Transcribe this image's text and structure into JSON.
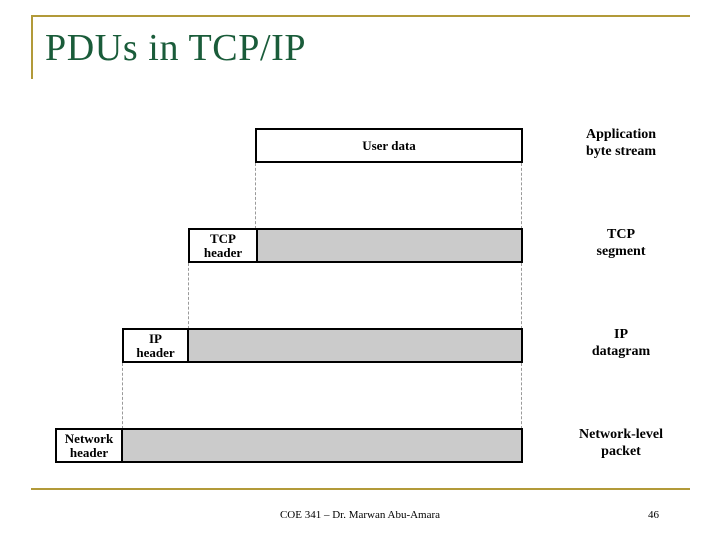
{
  "slide": {
    "title": "PDUs in TCP/IP",
    "accent_color": "#b29a39",
    "title_color": "#1a5c3a",
    "payload_fill": "#cbcbcb"
  },
  "diagram": {
    "rows": [
      {
        "id": "application",
        "header": "",
        "payload": "User data",
        "caption_line1": "Application",
        "caption_line2": "byte stream"
      },
      {
        "id": "transport",
        "header": "TCP\nheader",
        "header_line1": "TCP",
        "header_line2": "header",
        "payload": "",
        "caption_line1": "TCP",
        "caption_line2": "segment"
      },
      {
        "id": "internet",
        "header_line1": "IP",
        "header_line2": "header",
        "payload": "",
        "caption_line1": "IP",
        "caption_line2": "datagram"
      },
      {
        "id": "network",
        "header_line1": "Network",
        "header_line2": "header",
        "payload": "",
        "caption_line1": "Network-level",
        "caption_line2": "packet"
      }
    ]
  },
  "footer": {
    "course": "COE 341 – Dr. Marwan Abu-Amara",
    "page": "46"
  }
}
